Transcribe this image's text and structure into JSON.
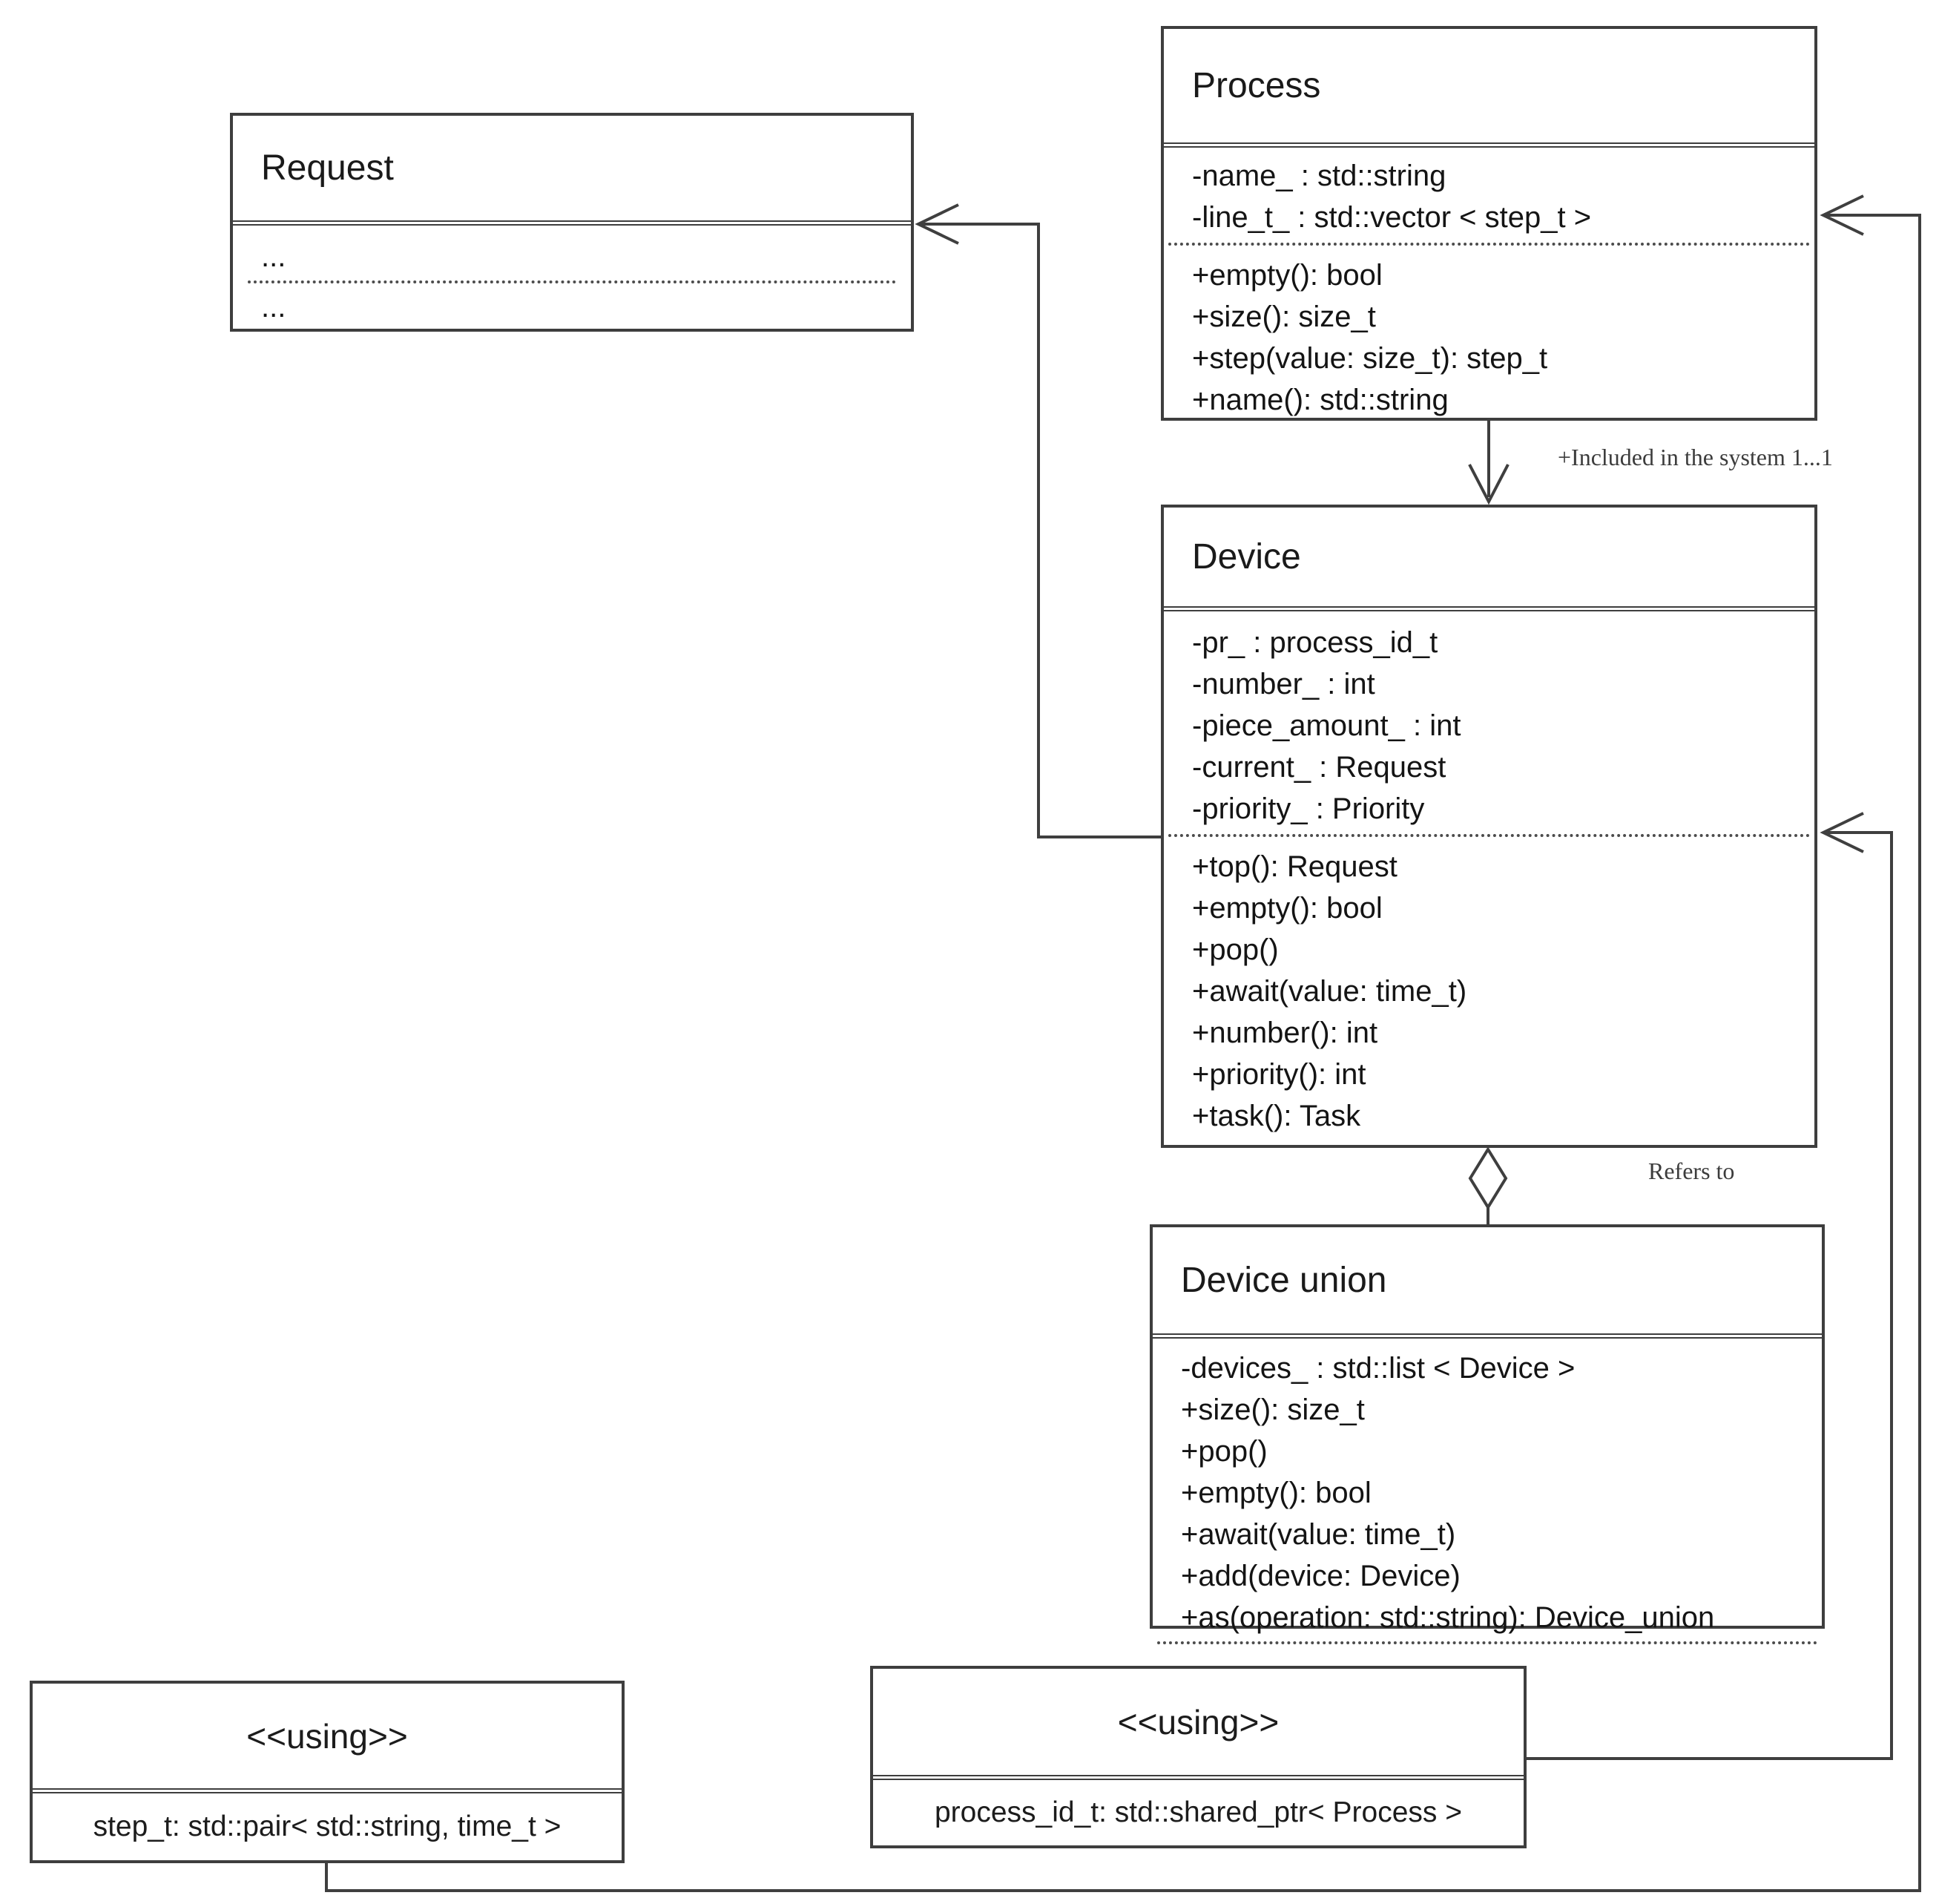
{
  "classes": {
    "process": {
      "name": "Process",
      "attributes": [
        "-name_ : std::string",
        "-line_t_ : std::vector < step_t >"
      ],
      "methods": [
        "+empty(): bool",
        "+size(): size_t",
        "+step(value: size_t): step_t",
        "+name(): std::string"
      ]
    },
    "request": {
      "name": "Request",
      "attributes_placeholder": "...",
      "methods_placeholder": "..."
    },
    "device": {
      "name": "Device",
      "attributes": [
        "-pr_ : process_id_t",
        "-number_ : int",
        "-piece_amount_ : int",
        "-current_ : Request",
        "-priority_ : Priority"
      ],
      "methods": [
        "+top(): Request",
        "+empty(): bool",
        "+pop()",
        "+await(value: time_t)",
        "+number(): int",
        "+priority(): int",
        "+task(): Task"
      ]
    },
    "device_union": {
      "name": "Device union",
      "members": [
        "-devices_ : std::list < Device >",
        "+size(): size_t",
        "+pop()",
        "+empty(): bool",
        "+await(value: time_t)",
        "+add(device: Device)",
        "+as(operation: std::string): Device_union"
      ]
    },
    "using_step": {
      "stereotype": "<<using>>",
      "declaration": "step_t: std::pair< std::string, time_t >"
    },
    "using_process_id": {
      "stereotype": "<<using>>",
      "declaration": "process_id_t: std::shared_ptr< Process >"
    }
  },
  "relationships": {
    "process_device_label": "+Included in the system 1...1",
    "device_union_label": "Refers to"
  },
  "colors": {
    "line": "#3f3f3f",
    "text": "#1c1c1c",
    "background": "#ffffff"
  }
}
